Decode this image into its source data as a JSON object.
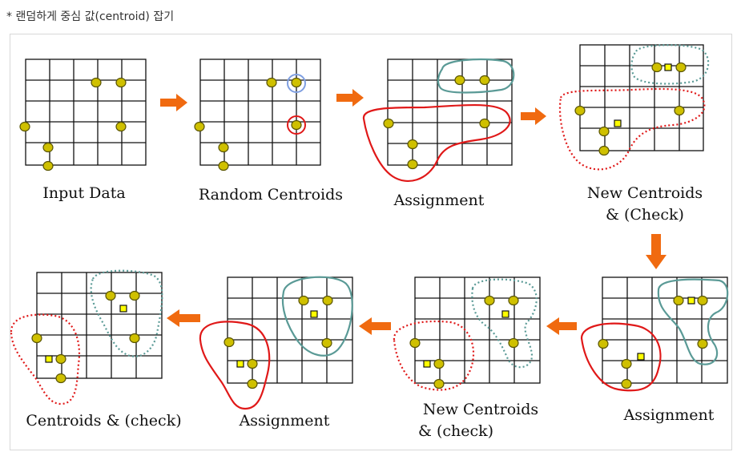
{
  "caption": "* 랜덤하게 중심 값(centroid) 잡기",
  "labels": {
    "p1": "Input Data",
    "p2": "Random Centroids",
    "p3": "Assignment",
    "p4_line1": "New Centroids",
    "p4_line2": "& (Check)",
    "p5": "Assignment",
    "p6_line1": "New Centroids",
    "p6_line2": "& (check)",
    "p7": "Assignment",
    "p8": "Centroids & (check)"
  },
  "colors": {
    "arrow": "#f06a10",
    "point_fill": "#cfc000",
    "point_stroke": "#5a5500",
    "centroid_fill": "#ffff00",
    "cluster_red": "#e01818",
    "cluster_teal": "#5a9a96",
    "random_blue": "#7e9ee0",
    "grid": "#111111"
  },
  "icons": [
    "arrow-right-icon",
    "arrow-down-icon",
    "arrow-left-icon"
  ]
}
